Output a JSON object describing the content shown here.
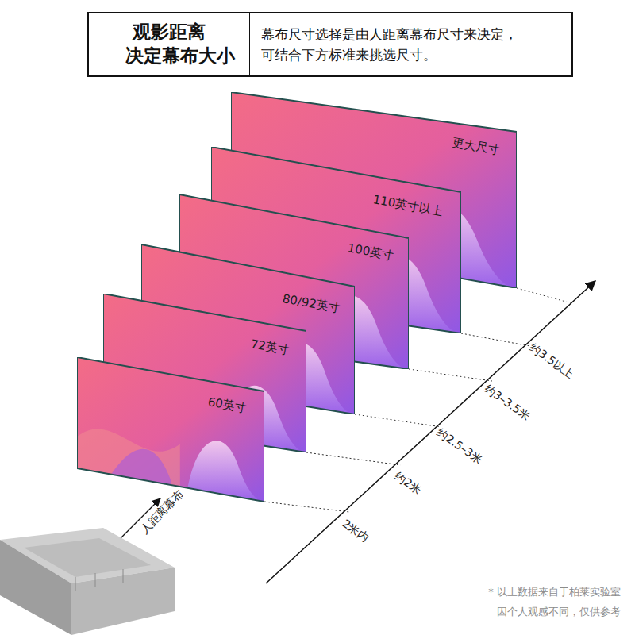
{
  "diagram": {
    "nodes": [
      {
        "text": [
          "观影距离 决定幕布大小",
          "幕布尺寸选择是由人距离幕布尺寸来决定， 可结合下方标准来挑选尺寸。"
        ]
      },
      {
        "text": [
          "60英寸"
        ]
      },
      {
        "text": [
          "72英寸"
        ]
      },
      {
        "text": [
          "80/92英寸"
        ]
      },
      {
        "text": [
          "100英寸"
        ]
      },
      {
        "text": [
          "110英寸以上"
        ]
      },
      {
        "text": [
          "更大尺寸"
        ]
      }
    ],
    "labels": [
      "2米内",
      "约2米",
      "约2.5–3米",
      "约3–3.5米",
      "约3.5以上",
      "人距离幕布",
      "* 以上数据来自于柏莱实验室",
      "因个人观感不同，仅供参考"
    ]
  }
}
